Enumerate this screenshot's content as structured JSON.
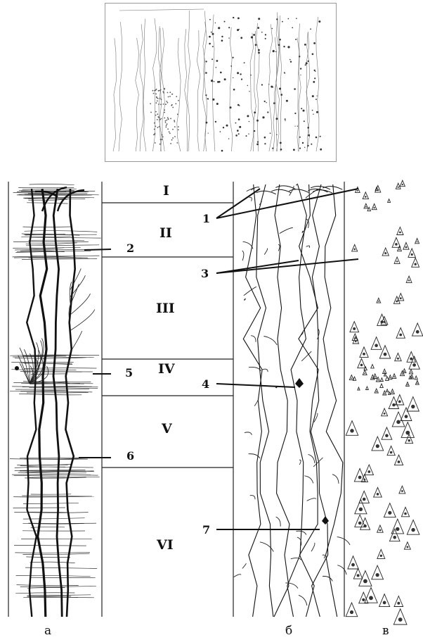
{
  "layers": [
    "I",
    "II",
    "III",
    "IV",
    "V",
    "VI"
  ],
  "callouts": [
    "1",
    "2",
    "3",
    "4",
    "5",
    "6",
    "7"
  ],
  "columns": [
    "а",
    "б",
    "в"
  ]
}
